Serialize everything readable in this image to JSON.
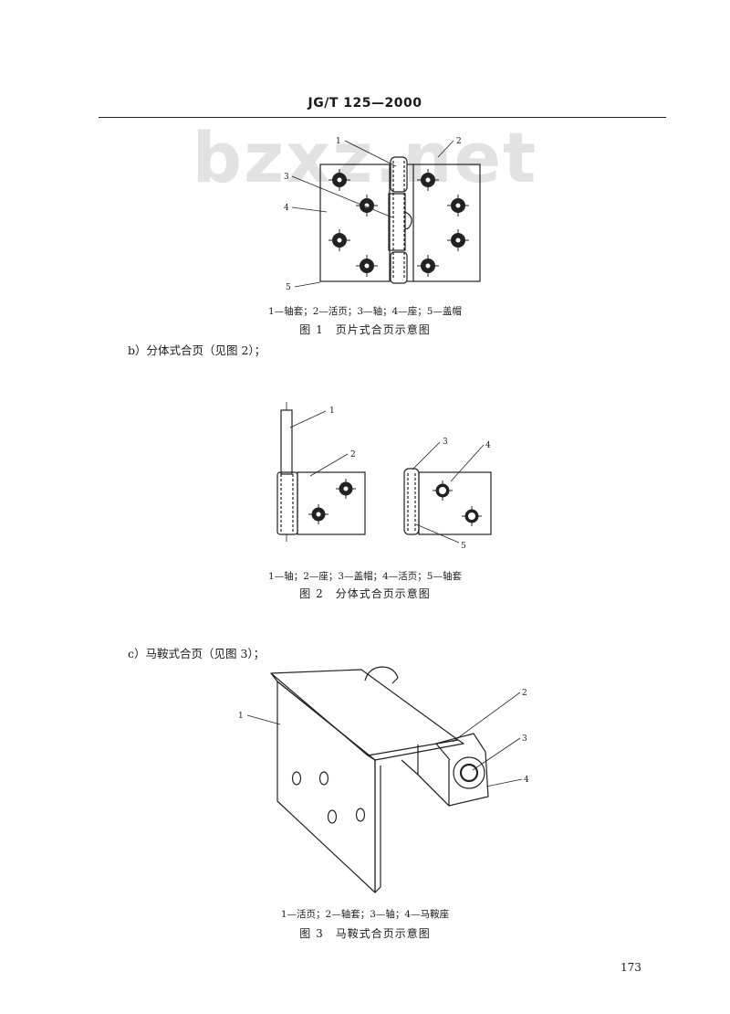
{
  "header": {
    "standard": "JG/T 125—2000"
  },
  "watermark": "bzxz.net",
  "figure1": {
    "callouts": [
      "1",
      "2",
      "3",
      "4",
      "5"
    ],
    "legend": "1—轴套；2—活页；3—轴；4—座；5—盖帽",
    "title": "图 1　页片式合页示意图"
  },
  "item_b": "b）分体式合页（见图 2）；",
  "figure2": {
    "callouts": [
      "1",
      "2",
      "3",
      "4",
      "5"
    ],
    "legend": "1—轴；2—座；3—盖帽；4—活页；5—轴套",
    "title": "图 2　分体式合页示意图"
  },
  "item_c": "c）马鞍式合页（见图 3）；",
  "figure3": {
    "callouts": [
      "1",
      "2",
      "3",
      "4"
    ],
    "legend": "1—活页；2—轴套；3—轴；4—马鞍座",
    "title": "图 3　马鞍式合页示意图"
  },
  "page_number": "173"
}
